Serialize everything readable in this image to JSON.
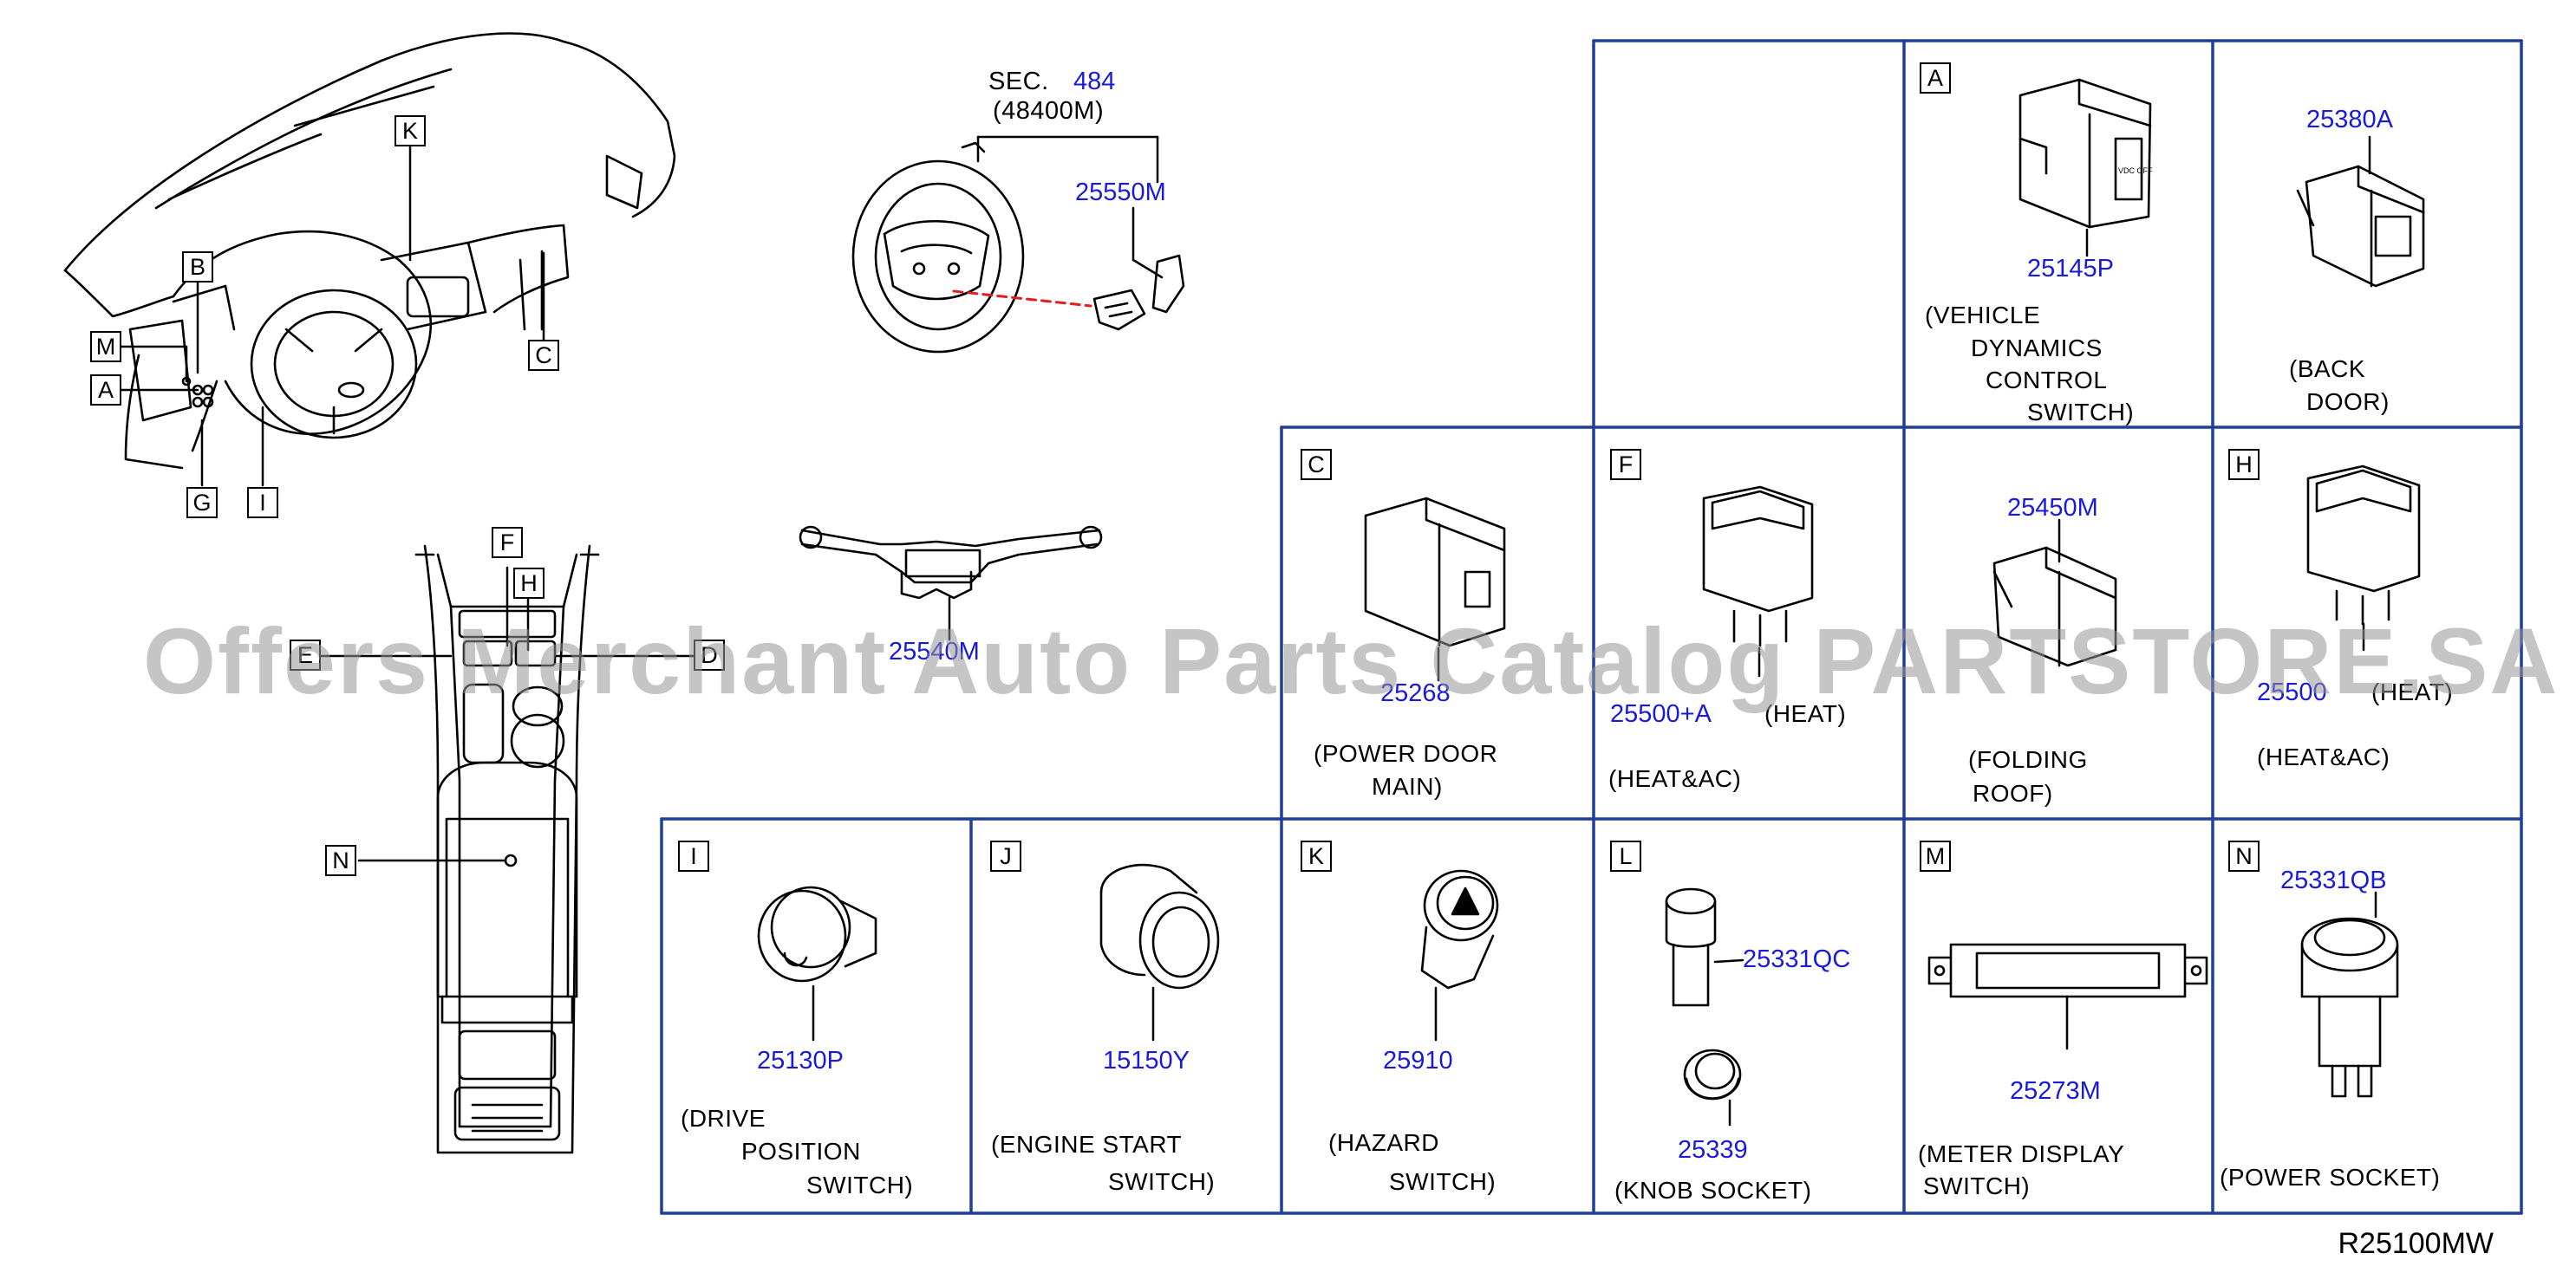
{
  "header": {
    "sec_label": "SEC.",
    "sec_number": "484",
    "sec_sub": "(48400M)"
  },
  "steering": {
    "part": "25550M",
    "combo_switch_part": "25540M"
  },
  "overview_letters": {
    "k": "K",
    "b": "B",
    "m": "M",
    "a": "A",
    "c": "C",
    "g": "G",
    "i": "I",
    "f": "F",
    "h": "H",
    "n": "N",
    "left_callout": "E",
    "right_callout": "D"
  },
  "cells": [
    {
      "letter": "A",
      "parts": [
        "25145P"
      ],
      "desc": [
        "(VEHICLE",
        "DYNAMICS",
        "CONTROL",
        "SWITCH)"
      ],
      "icon_text": "VDC OFF"
    },
    {
      "letter": "",
      "parts": [
        "25380A"
      ],
      "desc": [
        "(BACK",
        "DOOR)"
      ]
    },
    {
      "letter": "C",
      "parts": [
        "25268"
      ],
      "desc": [
        "(POWER   DOOR",
        "MAIN)"
      ]
    },
    {
      "letter": "F",
      "parts": [
        "25500+A"
      ],
      "desc": [
        "(HEAT)",
        "(HEAT&AC)"
      ]
    },
    {
      "letter": "",
      "parts": [
        "25450M"
      ],
      "desc": [
        "(FOLDING",
        "ROOF)"
      ]
    },
    {
      "letter": "H",
      "parts": [
        "25500"
      ],
      "desc": [
        "(HEAT)",
        "(HEAT&AC)"
      ]
    },
    {
      "letter": "I",
      "parts": [
        "25130P"
      ],
      "desc": [
        "(DRIVE",
        "POSITION",
        "SWITCH)"
      ]
    },
    {
      "letter": "J",
      "parts": [
        "15150Y"
      ],
      "desc": [
        "(ENGINE   START",
        "SWITCH)"
      ]
    },
    {
      "letter": "K",
      "parts": [
        "25910"
      ],
      "desc": [
        "(HAZARD",
        "SWITCH)"
      ]
    },
    {
      "letter": "L",
      "parts": [
        "25331QC",
        "25339"
      ],
      "desc": [
        "(KNOB   SOCKET)"
      ]
    },
    {
      "letter": "M",
      "parts": [
        "25273M"
      ],
      "desc": [
        "(METER  DISPLAY",
        "SWITCH)"
      ]
    },
    {
      "letter": "N",
      "parts": [
        "25331QB"
      ],
      "desc": [
        "(POWER   SOCKET)"
      ]
    }
  ],
  "watermark": "Offers Merchant Auto Parts Catalog PARTSTORE.SA",
  "footer_code": "R25100MW",
  "colors": {
    "grid_line": "#1f3f99",
    "part_number": "#1a1adc",
    "leader_dash": "#e02020",
    "watermark": "#969696"
  }
}
